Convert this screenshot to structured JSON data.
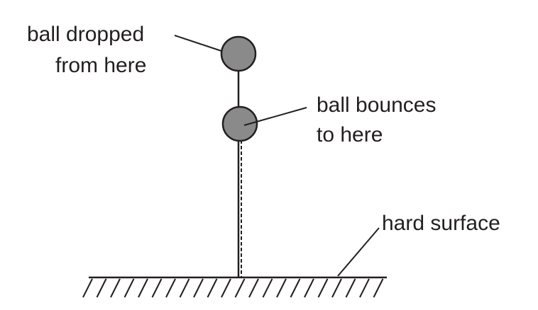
{
  "labels": {
    "dropped_line1": "ball dropped",
    "dropped_line2": "from here",
    "bounces_line1": "ball bounces",
    "bounces_line2": "to here",
    "surface": "hard surface"
  },
  "colors": {
    "ink": "#231f20",
    "ball_fill": "#8a8a8a",
    "background": "#ffffff"
  }
}
